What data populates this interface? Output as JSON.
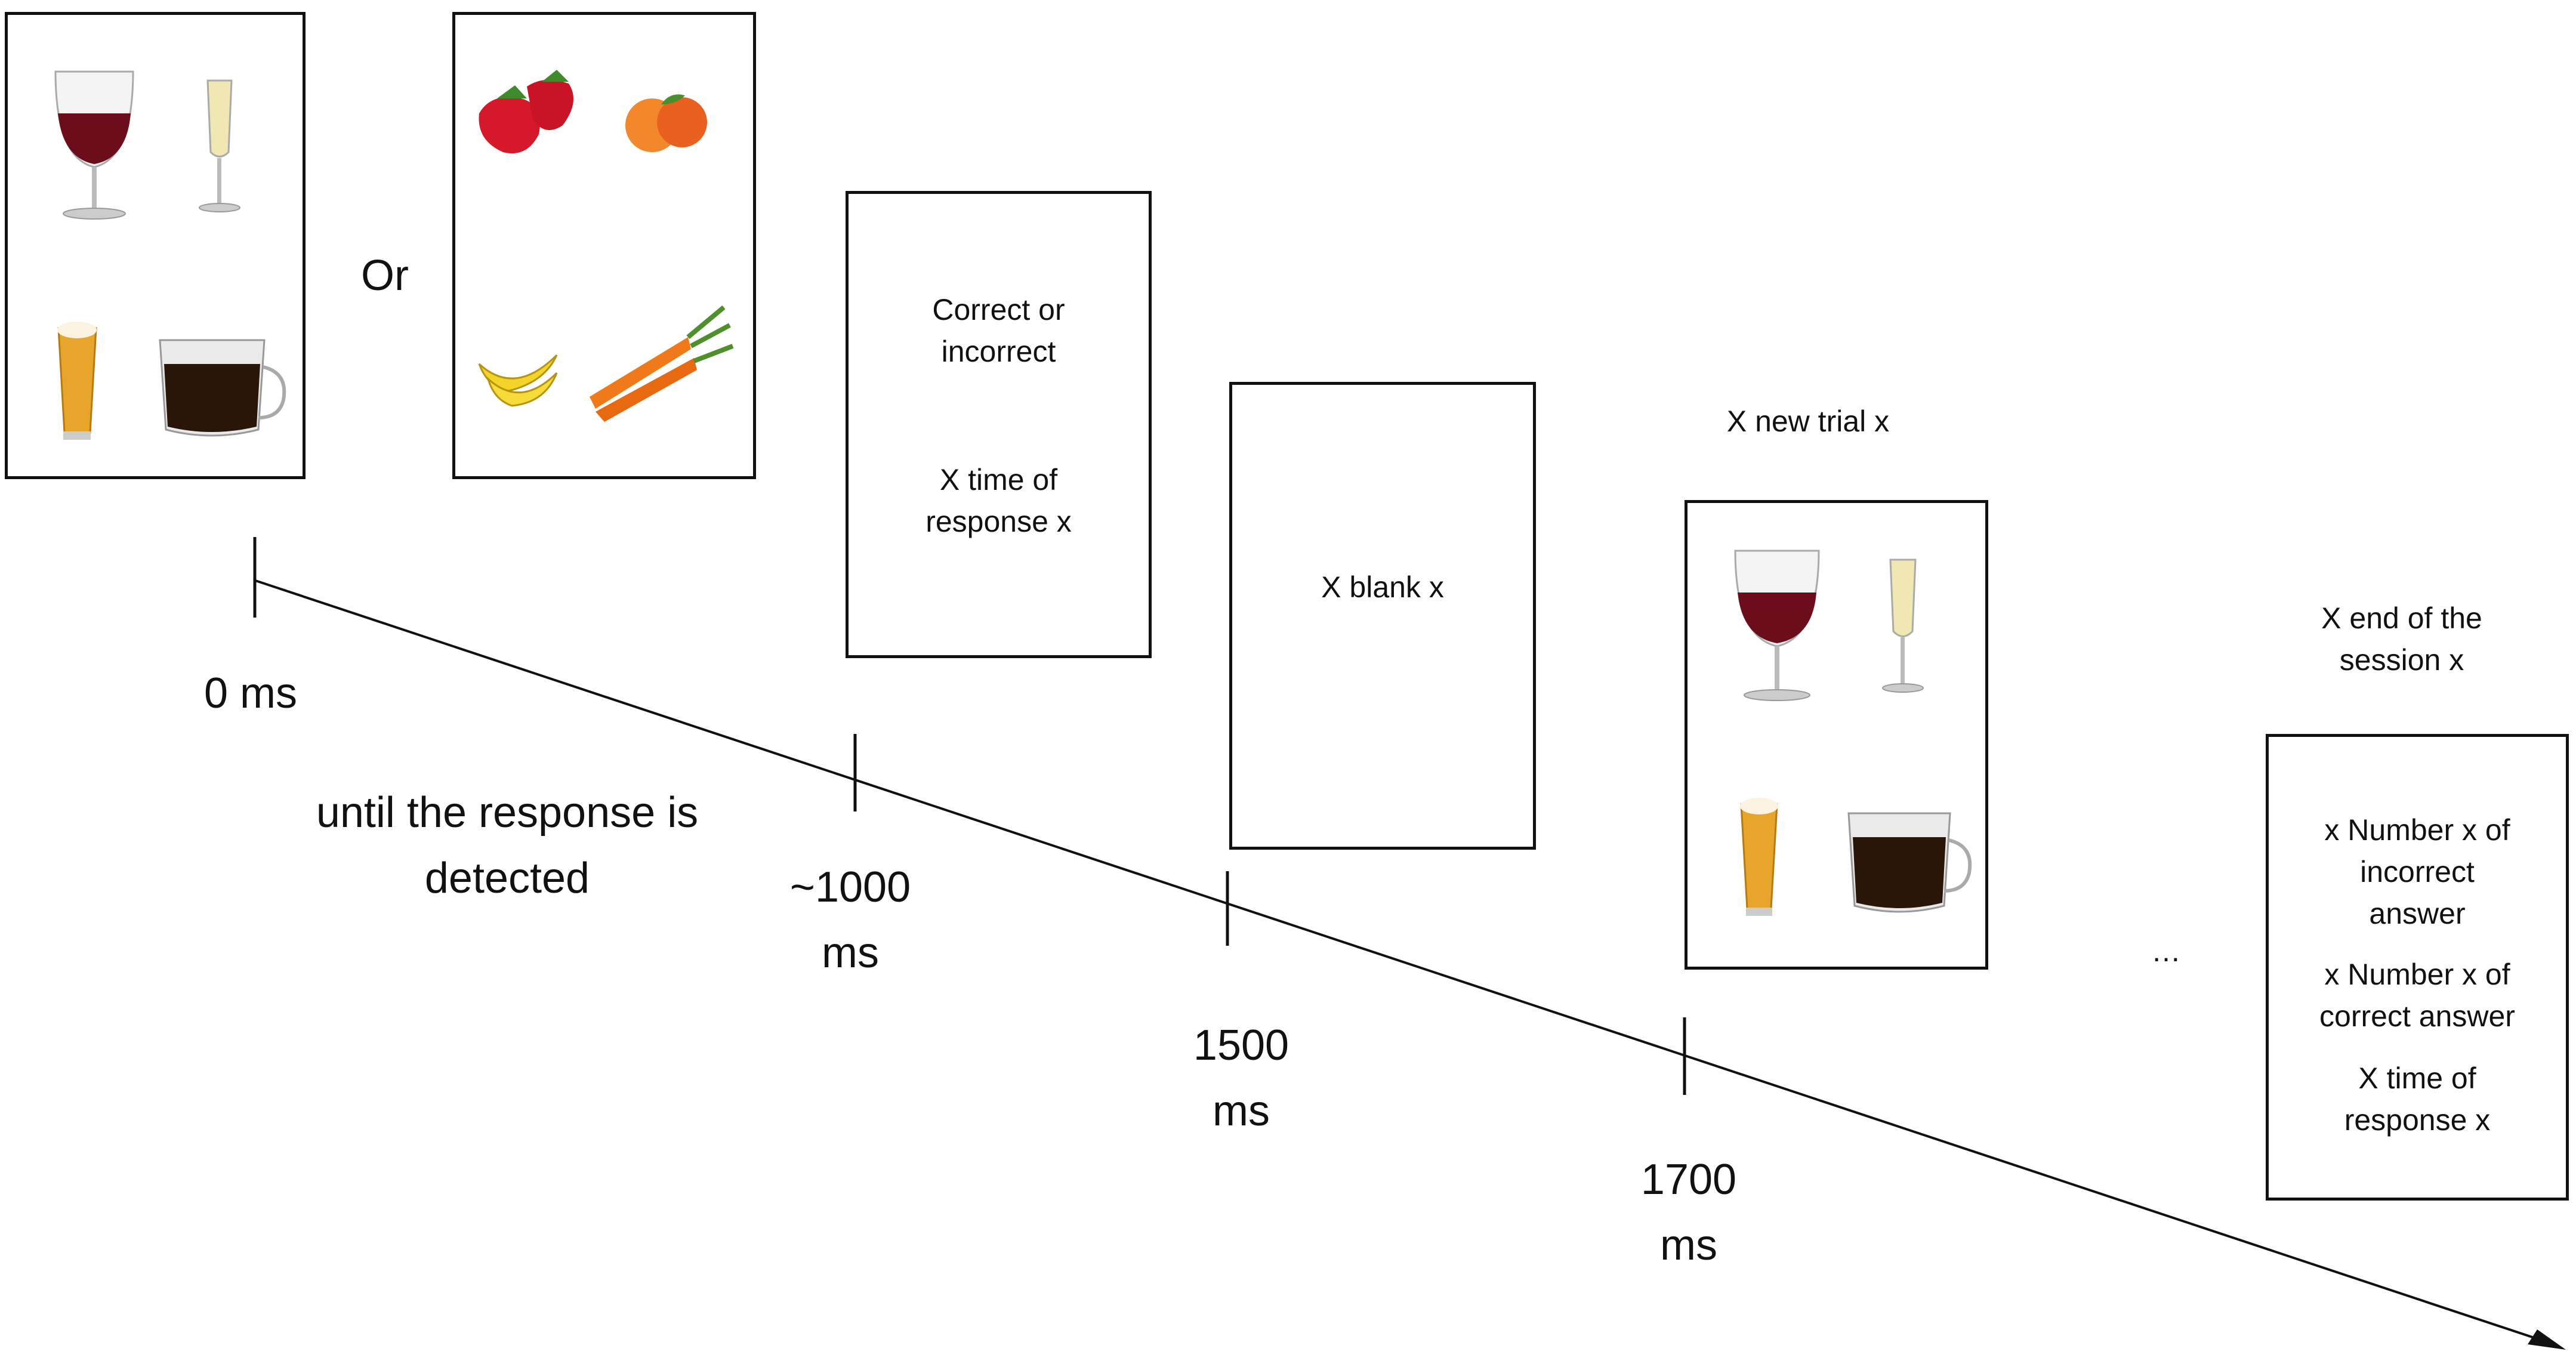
{
  "or_label": "Or",
  "feedback_screen": {
    "line1": "Correct  or",
    "line2": "incorrect",
    "line3": "X time of",
    "line4": "response x"
  },
  "blank_screen": {
    "text": "X blank x"
  },
  "new_trial_label": "X new trial x",
  "end_session_label": {
    "line1": "X end of the",
    "line2": "session x"
  },
  "end_screen": {
    "l1": "x Number  x of",
    "l2": "incorrect",
    "l3": "answer",
    "l4": "x Number  x of",
    "l5": "correct answer",
    "l6": "X time of",
    "l7": "response x"
  },
  "ellipsis": "…",
  "timeline": {
    "t0": "0 ms",
    "until_1": "until the response is",
    "until_2": "detected",
    "t1_a": "~1000",
    "t1_b": "ms",
    "t2_a": "1500",
    "t2_b": "ms",
    "t3_a": "1700",
    "t3_b": "ms"
  },
  "icons": [
    "red-wine-glass",
    "champagne-flute",
    "beer-glass",
    "coffee-mug",
    "strawberries",
    "peaches",
    "bananas",
    "carrots"
  ]
}
